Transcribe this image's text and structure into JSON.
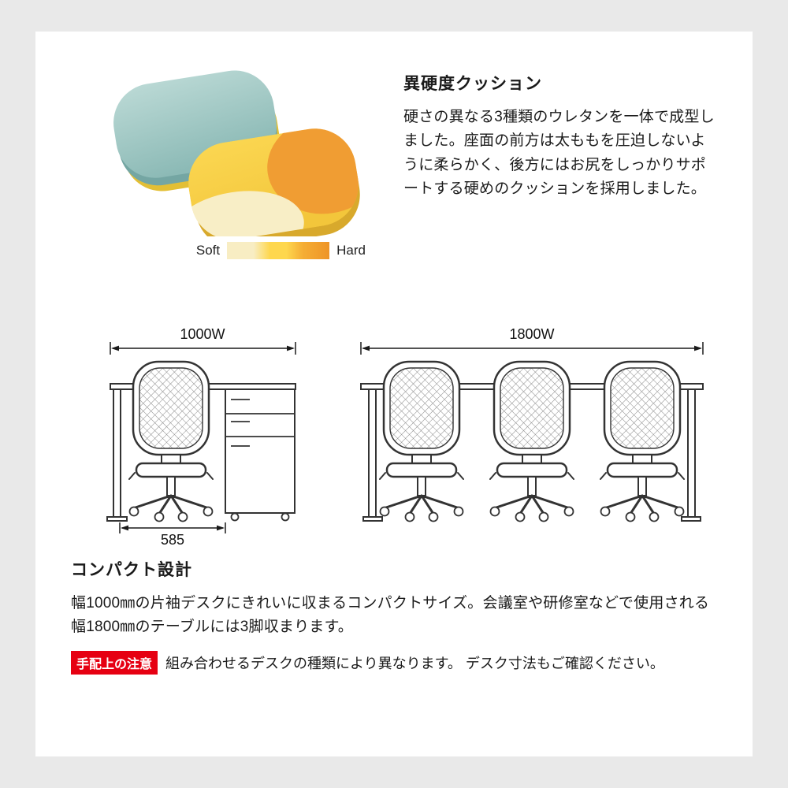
{
  "page": {
    "background_color": "#e9e9e9",
    "card_color": "#ffffff"
  },
  "cushion_section": {
    "heading": "異硬度クッション",
    "body": "硬さの異なる3種類のウレタンを一体で成型しました。座面の前方は太ももを圧迫しないように柔らかく、後方にはお尻をしっかりサポートする硬めのクッションを採用しました。",
    "legend": {
      "soft_label": "Soft",
      "hard_label": "Hard",
      "gradient_colors": [
        "#f8edc3",
        "#fed74e",
        "#f5ae35",
        "#ee9426"
      ]
    },
    "cushion_colors": {
      "top_teal": "#9cc4c0",
      "teal_edge": "#74a6a3",
      "yellow": "#f9d047",
      "yellow_edge": "#d8a92c",
      "cream": "#f8eec6",
      "orange": "#f09d33"
    }
  },
  "layout_section": {
    "desk_diagram": {
      "width_label": "1000W",
      "depth_label": "585"
    },
    "table_diagram": {
      "width_label": "1800W"
    }
  },
  "compact_section": {
    "heading": "コンパクト設計",
    "body": "幅1000㎜の片袖デスクにきれいに収まるコンパクトサイズ。会議室や研修室などで使用される幅1800㎜のテーブルには3脚収まります。",
    "note": {
      "badge": "手配上の注意",
      "badge_color": "#e60012",
      "text": "組み合わせるデスクの種類により異なります。 デスク寸法もご確認ください。"
    }
  }
}
